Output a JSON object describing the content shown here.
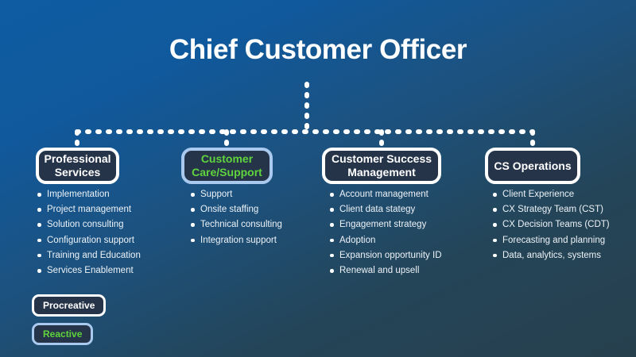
{
  "title": "Chief Customer Officer",
  "colors": {
    "background_top": "#0f5ca3",
    "background_bottom": "#27404e",
    "box_fill": "#26344a",
    "border_default": "#ffffff",
    "border_accent": "#a9c9ef",
    "text_default": "#ffffff",
    "text_accent": "#5fd43d",
    "connector": "#ffffff"
  },
  "columns": [
    {
      "heading": "Professional Services",
      "type": "procreative",
      "items": [
        "Implementation",
        "Project management",
        "Solution consulting",
        "Configuration support",
        "Training and Education",
        "Services Enablement"
      ]
    },
    {
      "heading": "Customer Care/Support",
      "type": "reactive",
      "items": [
        "Support",
        "Onsite staffing",
        "Technical consulting",
        "Integration support"
      ]
    },
    {
      "heading": "Customer Success Management",
      "type": "procreative",
      "items": [
        "Account management",
        "Client data stategy",
        "Engagement strategy",
        "Adoption",
        "Expansion opportunity ID",
        "Renewal and upsell"
      ]
    },
    {
      "heading": "CS Operations",
      "type": "procreative",
      "items": [
        "Client Experience",
        "CX Strategy Team (CST)",
        "CX Decision Teams (CDT)",
        "Forecasting and planning",
        "Data, analytics, systems"
      ]
    }
  ],
  "legend": [
    {
      "label": "Procreative",
      "type": "procreative"
    },
    {
      "label": "Reactive",
      "type": "reactive"
    }
  ]
}
